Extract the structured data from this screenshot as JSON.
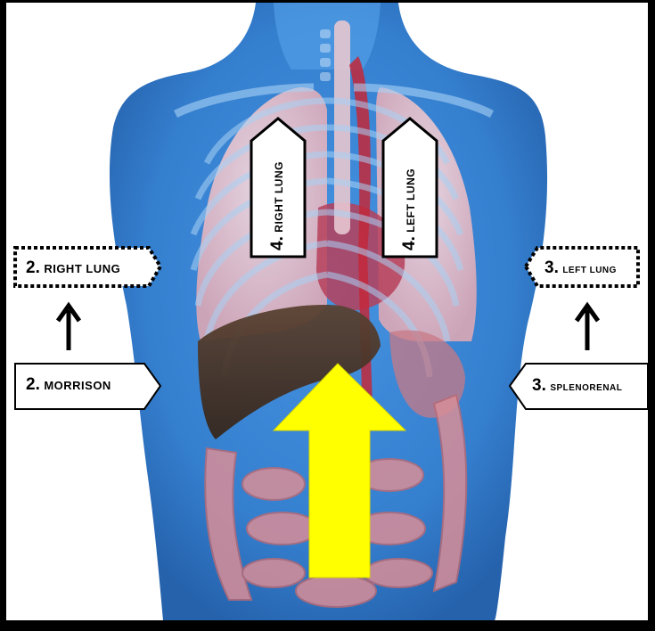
{
  "colors": {
    "background": "#000000",
    "canvas": "#ffffff",
    "body_blue": "#2f7fd0",
    "lung_pink": "#e9c2cd",
    "liver_brown": "#4a3528",
    "intestine_pink": "#d88a94",
    "arrow_yellow": "#ffff00",
    "label_border": "#000000"
  },
  "labels": {
    "right_lung_upper": {
      "number": "2.",
      "text": "RIGHT LUNG"
    },
    "morrison": {
      "number": "2.",
      "text": "MORRISON"
    },
    "left_lung_side": {
      "number": "3.",
      "text": "LEFT LUNG"
    },
    "splenorenal": {
      "number": "3.",
      "text": "SPLENORENAL"
    },
    "right_lung_vertical": {
      "number": "4.",
      "text": "RIGHT LUNG"
    },
    "left_lung_vertical": {
      "number": "4.",
      "text": "LEFT LUNG"
    }
  },
  "icons": {
    "up_arrow_left": "arrow-up-icon",
    "up_arrow_right": "arrow-up-icon",
    "big_arrow": "yellow-up-arrow-icon"
  }
}
